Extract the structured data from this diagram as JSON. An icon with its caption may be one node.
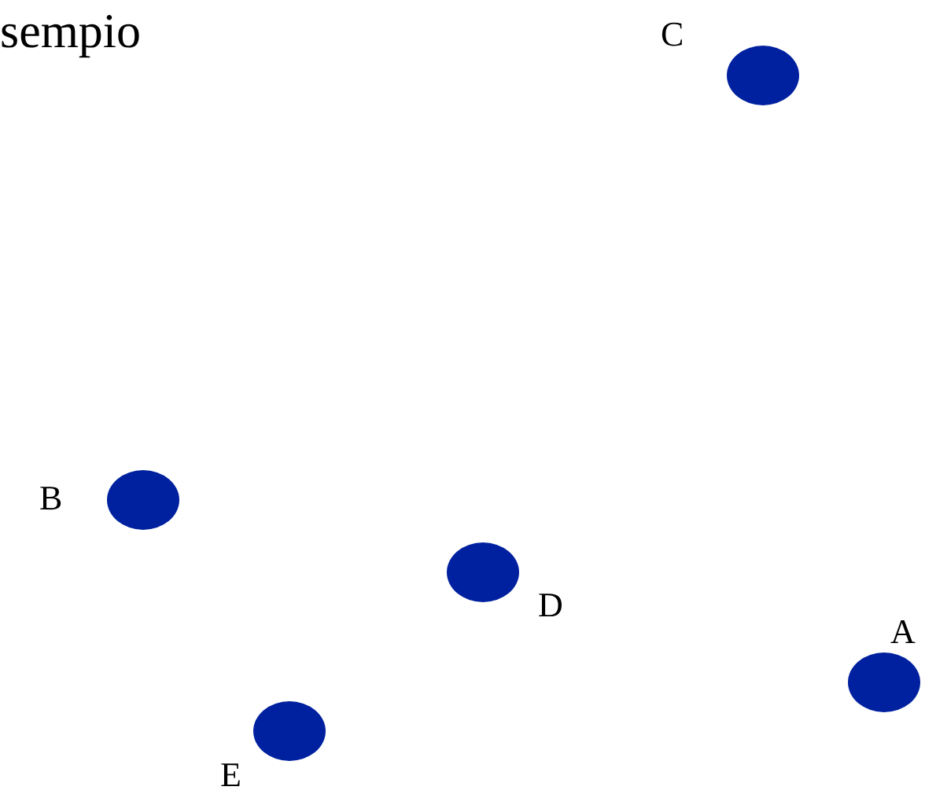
{
  "diagram": {
    "title": "sempio",
    "nodes": [
      {
        "text": [],
        "shape": "circle",
        "beside": [
          "C"
        ]
      },
      {
        "text": [],
        "shape": "circle",
        "beside": [
          "B"
        ]
      },
      {
        "text": [],
        "shape": "circle",
        "beside": [
          "D"
        ]
      },
      {
        "text": [],
        "shape": "circle",
        "beside": [
          "A"
        ]
      },
      {
        "text": [],
        "shape": "circle",
        "beside": [
          "E"
        ]
      }
    ]
  }
}
